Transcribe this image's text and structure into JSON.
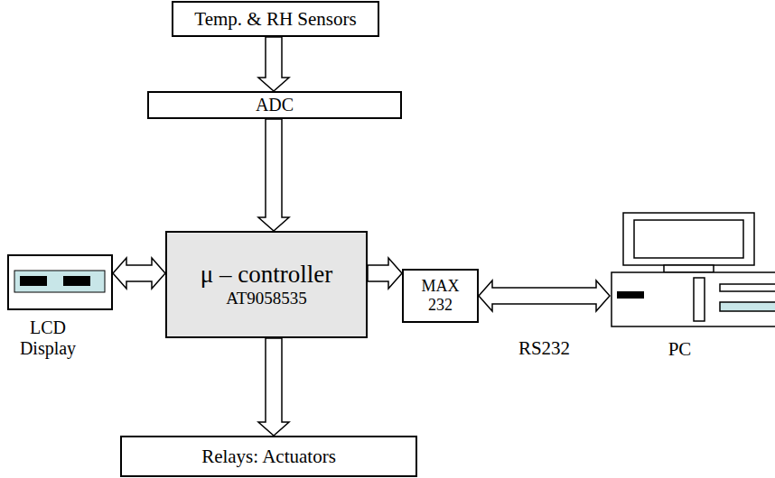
{
  "diagram": {
    "nodes": [
      {
        "text": [
          "Temp. & RH Sensors"
        ]
      },
      {
        "text": [
          "ADC"
        ]
      },
      {
        "text": [
          "μ – controller",
          "AT9058535"
        ]
      },
      {
        "text": [
          "LCD Display"
        ]
      },
      {
        "text": [
          "MAX 232"
        ]
      },
      {
        "text": [
          "PC"
        ]
      },
      {
        "text": [
          "Relays: Actuators"
        ]
      }
    ],
    "edges": [
      {
        "from": 0,
        "to": 1,
        "arrow": "to"
      },
      {
        "from": 1,
        "to": 2,
        "arrow": "to"
      },
      {
        "from": 3,
        "to": 2,
        "arrow": "both"
      },
      {
        "from": 2,
        "to": 4,
        "arrow": "to"
      },
      {
        "from": 4,
        "to": 5,
        "arrow": "both",
        "label": "RS232"
      },
      {
        "from": 2,
        "to": 6,
        "arrow": "to"
      }
    ]
  }
}
